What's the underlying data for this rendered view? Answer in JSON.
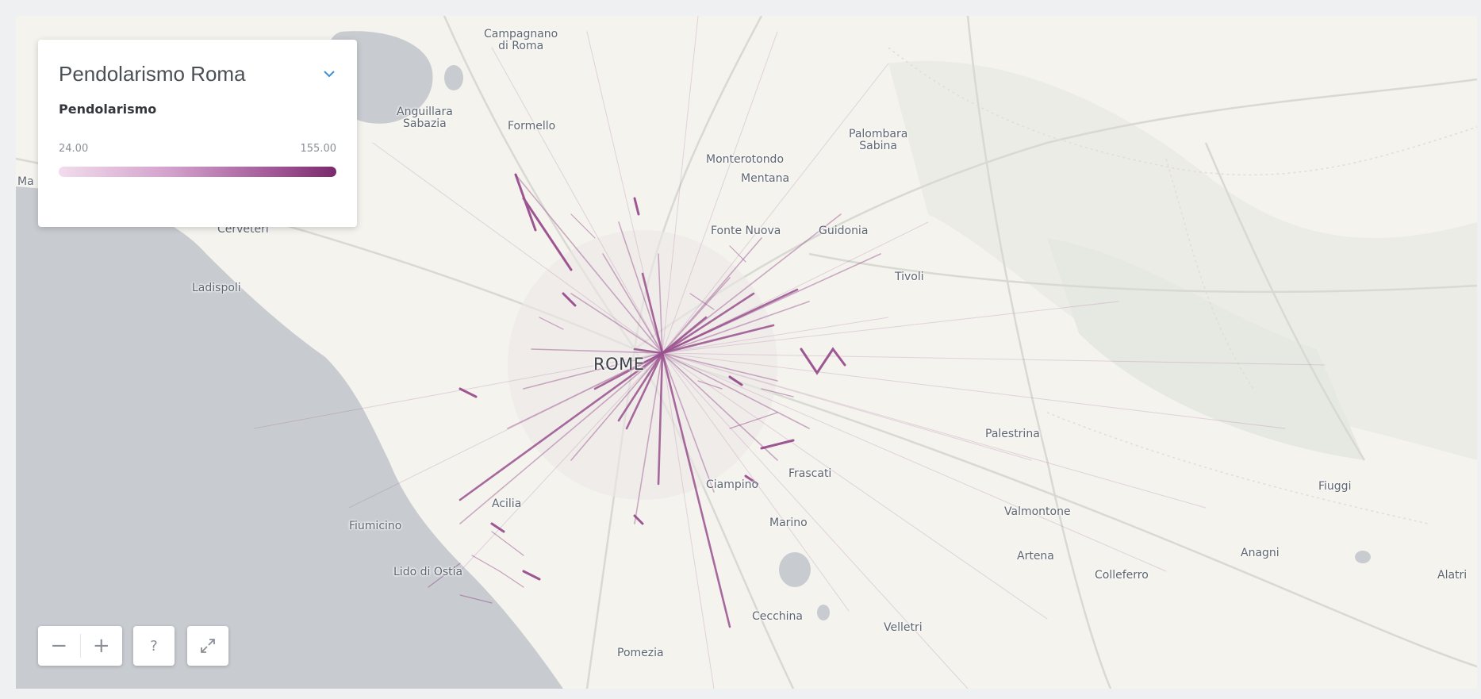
{
  "legend": {
    "title": "Pendolarismo Roma",
    "layer_name": "Pendolarismo",
    "range_min": "24.00",
    "range_max": "155.00",
    "ramp_colors": [
      "#f1dcec",
      "#d3a1cc",
      "#a55c9a",
      "#7a2a6c"
    ]
  },
  "controls": {
    "zoom_out": "−",
    "zoom_in": "+",
    "help": "?",
    "fullscreen_icon": "expand-arrows-icon",
    "legend_toggle_icon": "chevron-down-icon"
  },
  "colors": {
    "land": "#f4f3ee",
    "water": "#c8ccd0",
    "flow": "#8e3b82"
  },
  "places": [
    {
      "id": "campagnano",
      "label": "Campagnano\ndi Roma"
    },
    {
      "id": "anguillara",
      "label": "Anguillara\nSabazia"
    },
    {
      "id": "formello",
      "label": "Formello"
    },
    {
      "id": "palombara",
      "label": "Palombara\nSabina"
    },
    {
      "id": "monterotondo",
      "label": "Monterotondo"
    },
    {
      "id": "mentana",
      "label": "Mentana"
    },
    {
      "id": "fonte-nuova",
      "label": "Fonte Nuova"
    },
    {
      "id": "guidonia",
      "label": "Guidonia"
    },
    {
      "id": "tivoli",
      "label": "Tivoli"
    },
    {
      "id": "cerveteri",
      "label": "Cerveteri"
    },
    {
      "id": "ladispoli",
      "label": "Ladispoli"
    },
    {
      "id": "rome",
      "label": "ROME"
    },
    {
      "id": "palestrina",
      "label": "Palestrina"
    },
    {
      "id": "frascati",
      "label": "Frascati"
    },
    {
      "id": "ciampino",
      "label": "Ciampino"
    },
    {
      "id": "acilia",
      "label": "Acilia"
    },
    {
      "id": "fiumicino",
      "label": "Fiumicino"
    },
    {
      "id": "marino",
      "label": "Marino"
    },
    {
      "id": "fiuggi",
      "label": "Fiuggi"
    },
    {
      "id": "valmontone",
      "label": "Valmontone"
    },
    {
      "id": "artena",
      "label": "Artena"
    },
    {
      "id": "anagni",
      "label": "Anagni"
    },
    {
      "id": "colleferro",
      "label": "Colleferro"
    },
    {
      "id": "alatri",
      "label": "Alatri"
    },
    {
      "id": "lido",
      "label": "Lido di Ostia"
    },
    {
      "id": "cecchina",
      "label": "Cecchina"
    },
    {
      "id": "velletri",
      "label": "Velletri"
    },
    {
      "id": "pomezia",
      "label": "Pomezia"
    },
    {
      "id": "ma",
      "label": "Ma"
    }
  ]
}
